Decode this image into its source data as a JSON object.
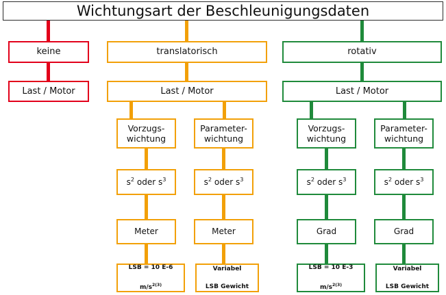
{
  "title": "Wichtungsart der Beschleunigungsdaten",
  "colors": {
    "red": "#e2001a",
    "orange": "#f2a007",
    "green": "#1f8a3b",
    "title_border": "#2b2b2b",
    "text": "#111111",
    "background": "#ffffff"
  },
  "branches": {
    "none": {
      "root_label": "keine",
      "load_motor_label": "Last / Motor",
      "color": "#e2001a"
    },
    "translational": {
      "root_label": "translatorisch",
      "load_motor_label": "Last / Motor",
      "color": "#f2a007",
      "weighting": [
        {
          "type_label": "Vorzugs-\nwichtung",
          "exponent_label_prefix": "s",
          "exponent_a": "2",
          "middle_text": " oder s",
          "exponent_b": "3",
          "unit_label": "Meter",
          "lsb_line1": "LSB = 10 E-6",
          "lsb_unit": "m/s",
          "lsb_exponent": "2(3)"
        },
        {
          "type_label": "Parameter-\nwichtung",
          "exponent_label_prefix": "s",
          "exponent_a": "2",
          "middle_text": " oder s",
          "exponent_b": "3",
          "unit_label": "Meter",
          "lsb_line1": "Variabel",
          "lsb_line2": "LSB Gewicht"
        }
      ]
    },
    "rotational": {
      "root_label": "rotativ",
      "load_motor_label": "Last / Motor",
      "color": "#1f8a3b",
      "weighting": [
        {
          "type_label": "Vorzugs-\nwichtung",
          "exponent_label_prefix": "s",
          "exponent_a": "2",
          "middle_text": " oder s",
          "exponent_b": "3",
          "unit_label": "Grad",
          "lsb_line1": "LSB = 10 E-3",
          "lsb_unit": "m/s",
          "lsb_exponent": "2(3)"
        },
        {
          "type_label": "Parameter-\nwichtung",
          "exponent_label_prefix": "s",
          "exponent_a": "2",
          "middle_text": " oder s",
          "exponent_b": "3",
          "unit_label": "Grad",
          "lsb_line1": "Variabel",
          "lsb_line2": "LSB Gewicht"
        }
      ]
    }
  }
}
